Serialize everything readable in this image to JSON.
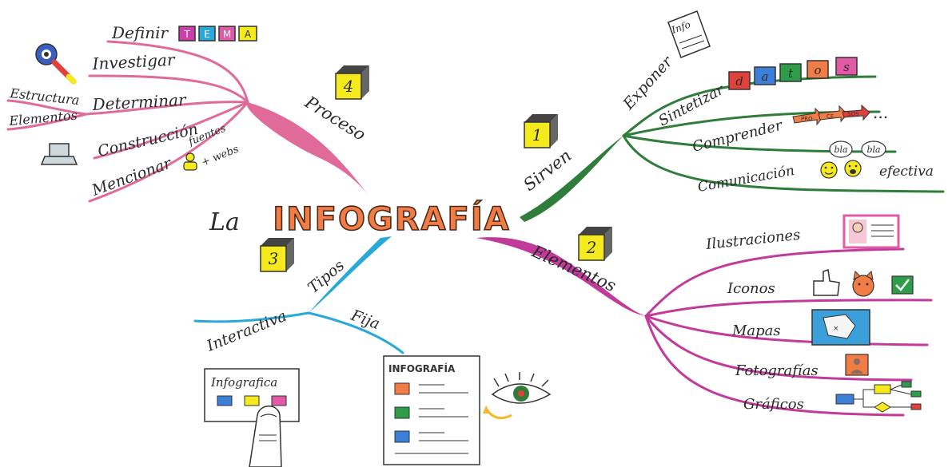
{
  "title": {
    "prefix": "La",
    "main": "INFOGRAFÍA"
  },
  "colors": {
    "proceso": "#e06a9a",
    "sirven": "#2e7d3a",
    "elementos": "#c23a9a",
    "tipos": "#29a9d9",
    "title_fill": "#f27c45",
    "box_yellow": "#f5ea1e"
  },
  "proceso": {
    "number": "4",
    "label": "Proceso",
    "items": {
      "definir": "Definir",
      "tema": [
        "T",
        "E",
        "M",
        "A"
      ],
      "investigar": "Investigar",
      "determinar": "Determinar",
      "estructura": "Estructura",
      "elementos": "Elementos",
      "construccion": "Construcción",
      "mencionar": "Mencionar",
      "fuentes": "fuentes",
      "webs": "+ webs"
    }
  },
  "sirven": {
    "number": "1",
    "label": "Sirven",
    "items": {
      "exponer": "Exponer",
      "info": "Info",
      "sintetizar": "Sintetizar",
      "datos": [
        "d",
        "a",
        "t",
        "o",
        "s"
      ],
      "comprender": "Comprender",
      "arrows": [
        "PRO",
        "CE",
        "SOS"
      ],
      "ellipsis": "...",
      "comunicacion": "Comunicación",
      "bla1": "bla",
      "bla2": "bla",
      "efectiva": "efectiva"
    }
  },
  "elementos": {
    "number": "2",
    "label": "Elementos",
    "items": [
      "Ilustraciones",
      "Iconos",
      "Mapas",
      "Fotografías",
      "Gráficos"
    ]
  },
  "tipos": {
    "number": "3",
    "label": "Tipos",
    "interactiva": "Interactiva",
    "fija": "Fija",
    "card_interactiva": "Infografica",
    "card_fija": "INFOGRAFÍA"
  }
}
